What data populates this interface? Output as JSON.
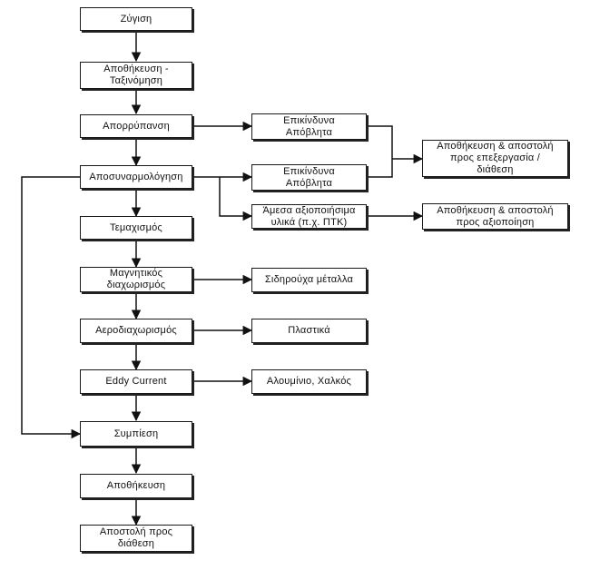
{
  "nodes": {
    "weighing": "Ζύγιση",
    "storage_sorting": [
      "Αποθήκευση -",
      "Ταξινόμηση"
    ],
    "decontamination": "Απορρύπανση",
    "disassembly": "Αποσυναρμολόγηση",
    "shredding": "Τεμαχισμός",
    "magnetic_separation": [
      "Μαγνητικός",
      "διαχωρισμός"
    ],
    "air_separation": "Αεροδιαχωρισμός",
    "eddy_current": "Eddy Current",
    "compression": "Συμπίεση",
    "storage": "Αποθήκευση",
    "dispatch_disposal": [
      "Αποστολή προς",
      "διάθεση"
    ],
    "hazardous_waste_1": [
      "Επικίνδυνα",
      "Απόβλητα"
    ],
    "hazardous_waste_2": [
      "Επικίνδυνα",
      "Απόβλητα"
    ],
    "recyclable_materials": [
      "Άμεσα αξιοποιήσιμα",
      "υλικά (π.χ. ΠΤΚ)"
    ],
    "storage_dispatch_processing": [
      "Αποθήκευση & αποστολή",
      "προς επεξεργασία /",
      "διάθεση"
    ],
    "storage_dispatch_recovery": [
      "Αποθήκευση & αποστολή",
      "προς αξιοποίηση"
    ],
    "ferrous_metals": "Σιδηρούχα μέταλλα",
    "plastics": "Πλαστικά",
    "aluminium_copper": "Αλουμίνιο, Χαλκός"
  }
}
